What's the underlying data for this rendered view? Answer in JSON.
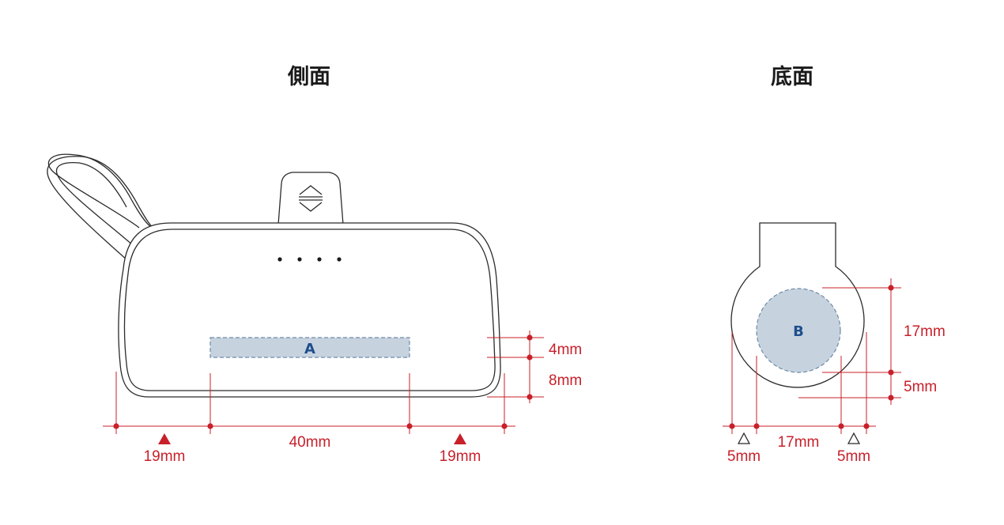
{
  "titles": {
    "side": "側面",
    "bottom": "底面"
  },
  "print_areas": {
    "side": "A",
    "bottom": "B"
  },
  "side_dims": {
    "left_margin": "19mm",
    "width": "40mm",
    "right_margin": "19mm",
    "height_a": "4mm",
    "height_b": "8mm"
  },
  "bottom_dims": {
    "diameter_v": "17mm",
    "offset_v": "5mm",
    "left_margin": "5mm",
    "diameter_h": "17mm",
    "right_margin": "5mm"
  },
  "colors": {
    "dimension": "#c8202a",
    "print_area_fill": "#c6d3df",
    "print_area_text": "#1f4e8c",
    "outline": "#2b2b2b"
  },
  "markers": {
    "side_margin": "filled-triangle-icon",
    "bottom_margin": "open-triangle-icon"
  }
}
